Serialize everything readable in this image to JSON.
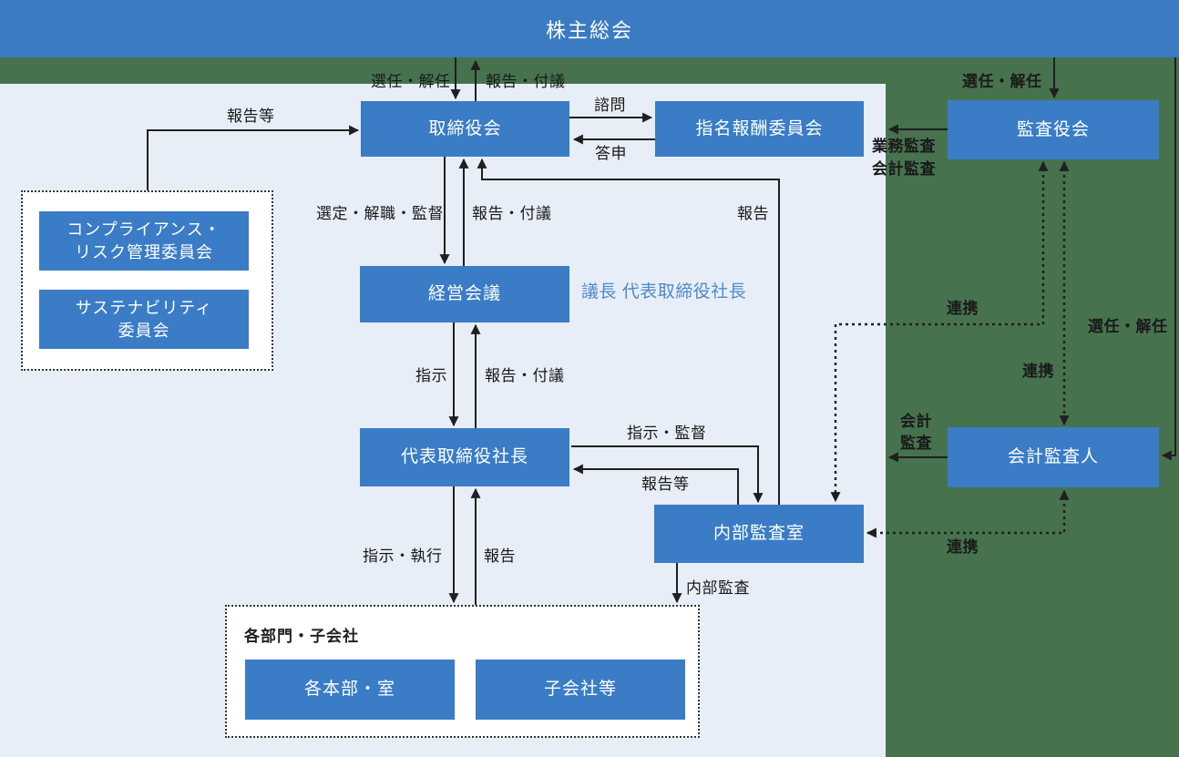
{
  "colors": {
    "background_green": "#47724e",
    "panel_light": "#e8eef7",
    "banner_blue": "#3a7bc2",
    "box_blue": "#3a7cc6",
    "line_black": "#1f1f1f",
    "chair_note_blue": "#4d89cb"
  },
  "banner": {
    "title": "株主総会"
  },
  "nodes": {
    "board": "取締役会",
    "nomination_committee": "指名報酬委員会",
    "audit_board": "監査役会",
    "compliance_line1": "コンプライアンス・",
    "compliance_line2": "リスク管理委員会",
    "sustainability_line1": "サステナビリティ",
    "sustainability_line2": "委員会",
    "management_meeting": "経営会議",
    "management_chair_note": "議長 代表取締役社長",
    "president": "代表取締役社長",
    "internal_audit_office": "内部監査室",
    "accounting_auditor": "会計監査人",
    "divisions_group_title": "各部門・子会社",
    "divisions": "各本部・室",
    "subsidiaries": "子会社等"
  },
  "edge_labels": {
    "election_dismissal_board": "選任・解任",
    "report_referral_shareholders": "報告・付議",
    "consultation": "諮問",
    "report_back": "答申",
    "reports_etc_committees": "報告等",
    "appointment_dismissal_supervision": "選定・解職・監督",
    "report_referral_board": "報告・付議",
    "report_internal_audit_to_board": "報告",
    "instruction": "指示",
    "report_referral_management": "報告・付議",
    "instruction_supervision": "指示・監督",
    "reports_etc_internal": "報告等",
    "instruction_execution": "指示・執行",
    "report_from_divisions": "報告",
    "internal_audit": "内部監査",
    "election_dismissal_audit_board": "選任・解任",
    "operational_audit": "業務監査",
    "accounting_audit": "会計監査",
    "cooperation_1": "連携",
    "cooperation_2": "連携",
    "cooperation_3": "連携",
    "election_dismissal_auditor": "選任・解任",
    "accounting_audit_line1": "会計",
    "accounting_audit_line2": "監査"
  }
}
